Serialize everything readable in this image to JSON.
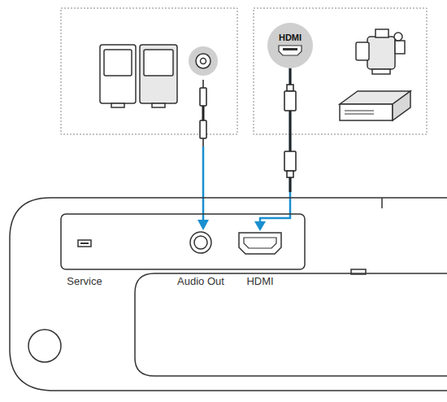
{
  "diagram": {
    "nodes": [
      {
        "text": [
          "HDMI"
        ]
      },
      {
        "text": [
          "Service"
        ]
      },
      {
        "text": [
          "Audio Out"
        ]
      },
      {
        "text": [
          "HDMI"
        ]
      }
    ],
    "edges": [
      {
        "from": 0,
        "to": 3,
        "arrow": "to"
      }
    ]
  }
}
